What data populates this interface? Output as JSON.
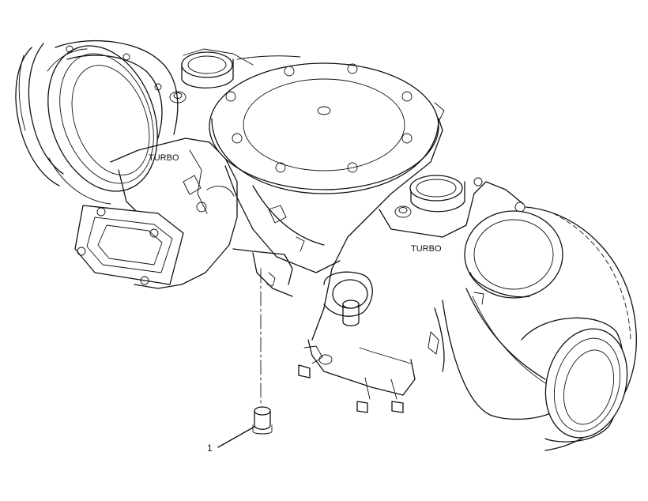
{
  "labels": {
    "turbo_left": "TURBO",
    "turbo_right": "TURBO",
    "callout_1": "1"
  },
  "colors": {
    "line": "#111111",
    "background": "#ffffff"
  }
}
